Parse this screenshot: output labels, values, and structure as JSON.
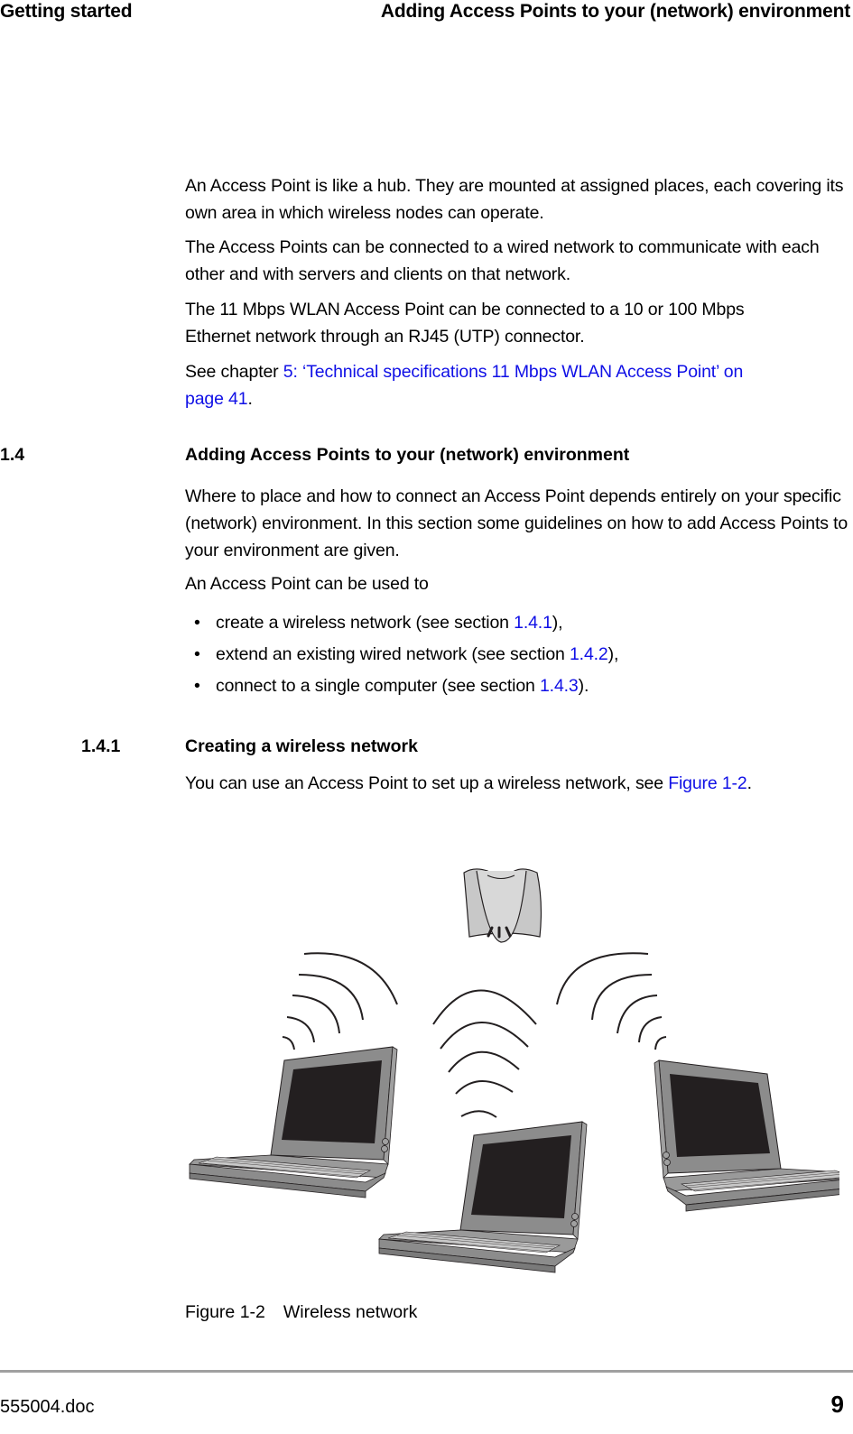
{
  "header": {
    "left": "Getting started",
    "right": "Adding Access Points to your (network) environment"
  },
  "intro": {
    "p1": "An Access Point is like a hub. They are mounted at assigned places, each covering its own area in which wireless nodes can operate.",
    "p2": "The Access Points can be connected to a wired network to communicate with each other and with servers and clients on that network.",
    "p3": "The 11 Mbps WLAN Access Point can be connected to a 10 or 100 Mbps Ethernet network through an RJ45 (UTP) connector.",
    "p4_prefix": "See chapter ",
    "p4_link": "5: ‘Technical specifications 11 Mbps WLAN Access Point’ on page 41",
    "p4_suffix": "."
  },
  "section_1_4": {
    "number": "1.4",
    "title": "Adding Access Points to your (network) environment",
    "p1": "Where to place and how to connect an Access Point depends entirely on your specific (network) environment. In this section some guidelines on how to add Access Points to your environment are given.",
    "p2": "An Access Point can be used to",
    "bullets": [
      {
        "text": "create a wireless network (see section ",
        "link": "1.4.1",
        "suffix": "),"
      },
      {
        "text": "extend an existing wired network (see section ",
        "link": "1.4.2",
        "suffix": "),"
      },
      {
        "text": "connect to a single computer (see section ",
        "link": "1.4.3",
        "suffix": ")."
      }
    ]
  },
  "section_1_4_1": {
    "number": "1.4.1",
    "title": "Creating a wireless network",
    "p1_prefix": "You can use an Access Point to set up a wireless network, see ",
    "p1_link": "Figure 1-2",
    "p1_suffix": "."
  },
  "figure": {
    "label": "Figure 1-2",
    "caption": "Wireless network",
    "elements": [
      "access-point",
      "laptop-left",
      "laptop-center",
      "laptop-right",
      "signal-waves-left",
      "signal-waves-center",
      "signal-waves-right"
    ]
  },
  "footer": {
    "doc_name": "555004.doc",
    "page_number": "9"
  },
  "colors": {
    "link": "#1010e6",
    "text": "#000000",
    "footer_rule": "#a0a0a0",
    "device_gray": "#8c8c8c",
    "screen_dark": "#231f20",
    "ap_gray": "#c8c8c8"
  }
}
